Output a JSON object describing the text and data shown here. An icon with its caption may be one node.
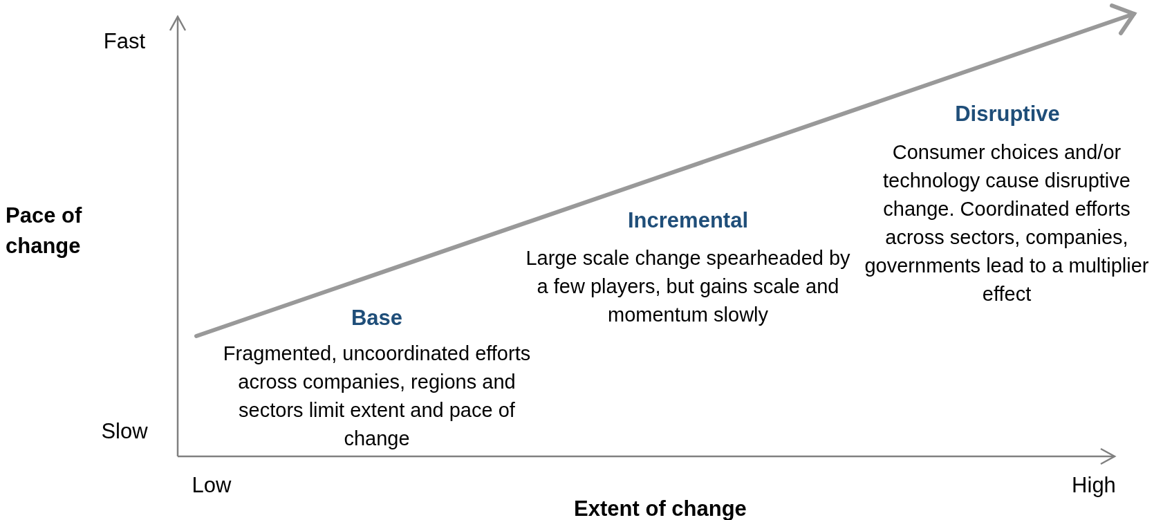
{
  "diagram": {
    "labels": [
      "Fast",
      "Disruptive",
      "Consumer choices and/or technology cause disruptive change. Coordinated efforts across sectors, companies, governments lead to a multiplier effect",
      "Pace of change",
      "Incremental",
      "Large scale change spearheaded by a few players, but gains scale and momentum slowly",
      "Base",
      "Fragmented, uncoordinated efforts across companies, regions and sectors limit extent and pace of change",
      "Slow",
      "Low",
      "High",
      "Extent of change"
    ]
  }
}
